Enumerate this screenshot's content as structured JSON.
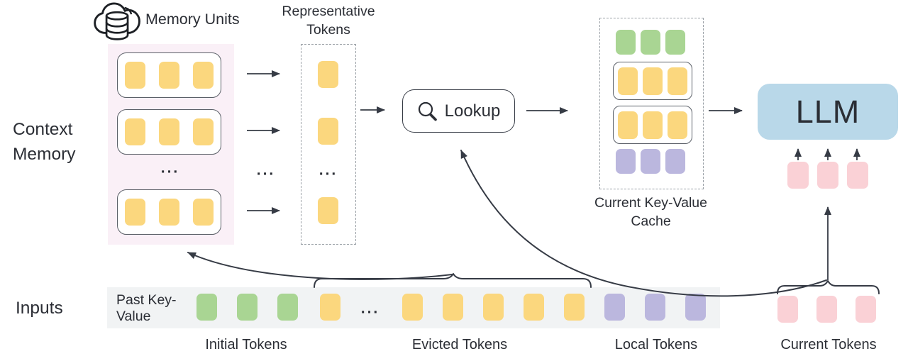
{
  "palette": {
    "yellow": "#FBD77E",
    "green": "#A9D593",
    "purple": "#BBB7DE",
    "pink": "#FAD1D6",
    "blue": "#B9D8E9",
    "memorybg": "#FAF0F7",
    "stripbg": "#F1F3F4",
    "stroke": "#363B45",
    "boxline": "#5B6068",
    "dashline": "#9AA0A6",
    "text": "#2B2E35"
  },
  "labels": {
    "memory_units": "Memory Units",
    "representative_tokens": "Representative Tokens",
    "context_memory": "Context Memory",
    "lookup": "Lookup",
    "current_kv_cache": "Current Key-Value Cache",
    "llm": "LLM",
    "inputs": "Inputs",
    "past_key_value": "Past Key-Value",
    "initial_tokens": "Initial Tokens",
    "evicted_tokens": "Evicted Tokens",
    "local_tokens": "Local Tokens",
    "current_tokens": "Current Tokens",
    "ellipsis": "..."
  },
  "icons": {
    "memory_units_icon": "cloud-database",
    "lookup_icon": "magnifying-glass"
  },
  "diagram": {
    "memory_unit": {
      "count": 3,
      "color": "yellow",
      "name": "memory-token"
    },
    "representative_token": {
      "count": 1,
      "color": "yellow",
      "name": "representative-token"
    },
    "cache_initial": {
      "count": 3,
      "color": "green",
      "name": "cache-initial-token"
    },
    "cache_unit": {
      "count": 3,
      "color": "yellow",
      "name": "cache-memory-token"
    },
    "cache_local": {
      "count": 3,
      "color": "purple",
      "name": "cache-local-token"
    },
    "llm_input": {
      "count": 3,
      "color": "pink",
      "name": "llm-input-token"
    },
    "strip_initial": {
      "count": 3,
      "color": "green",
      "name": "initial-token"
    },
    "strip_evicted_head": {
      "count": 1,
      "color": "yellow",
      "name": "evicted-token"
    },
    "strip_evicted_tail": {
      "count": 5,
      "color": "yellow",
      "name": "evicted-token"
    },
    "strip_local": {
      "count": 3,
      "color": "purple",
      "name": "local-token"
    },
    "current": {
      "count": 3,
      "color": "pink",
      "name": "current-token"
    }
  }
}
